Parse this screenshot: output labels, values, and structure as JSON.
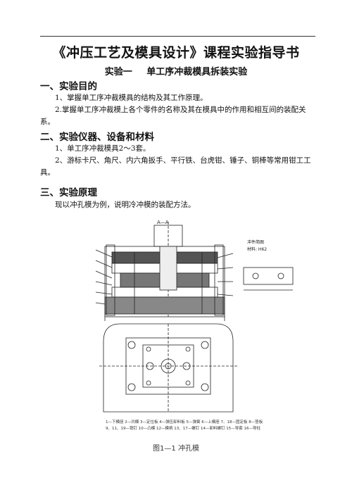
{
  "document": {
    "title": "《冲压工艺及模具设计》课程实验指导书",
    "experiment_no": "实验一",
    "experiment_name": "单工序冲裁模具拆装实验"
  },
  "sections": [
    {
      "heading": "一、实验目的",
      "paragraphs": [
        "1、掌握单工序冲裁模具的结构及其工作原理。",
        "2.掌握单工序冲裁模上各个零件的名称及其在模具中的作用和相互间的装配关系。"
      ]
    },
    {
      "heading": "二、实验仪器、设备和材料",
      "paragraphs": [
        "1、单工序冲裁模具2～3套。",
        "2、游标卡尺、角尺、内六角扳手、平行铁、台虎钳、锤子、铜棒等常用钳工工具。"
      ]
    },
    {
      "heading": "三、实验原理",
      "paragraphs": [
        "现以冲孔模为例，说明冷冲模的装配方法。"
      ]
    }
  ],
  "figure": {
    "section_label": "A—A",
    "part_drawing_title": "冲件简图",
    "part_material": "材料: H62",
    "legend_line1": "1—下模座  2—凹模  3—定位板  4—弹压卸料板  5—弹簧  6—上模座  7、18—固定板  8—垫板",
    "legend_line2": "9、11、19—销钉  10—凸模  12—模柄  13、17—螺钉  14—卸料螺钉  15—导套  16—导柱",
    "caption": "图1—1  冲孔模"
  }
}
